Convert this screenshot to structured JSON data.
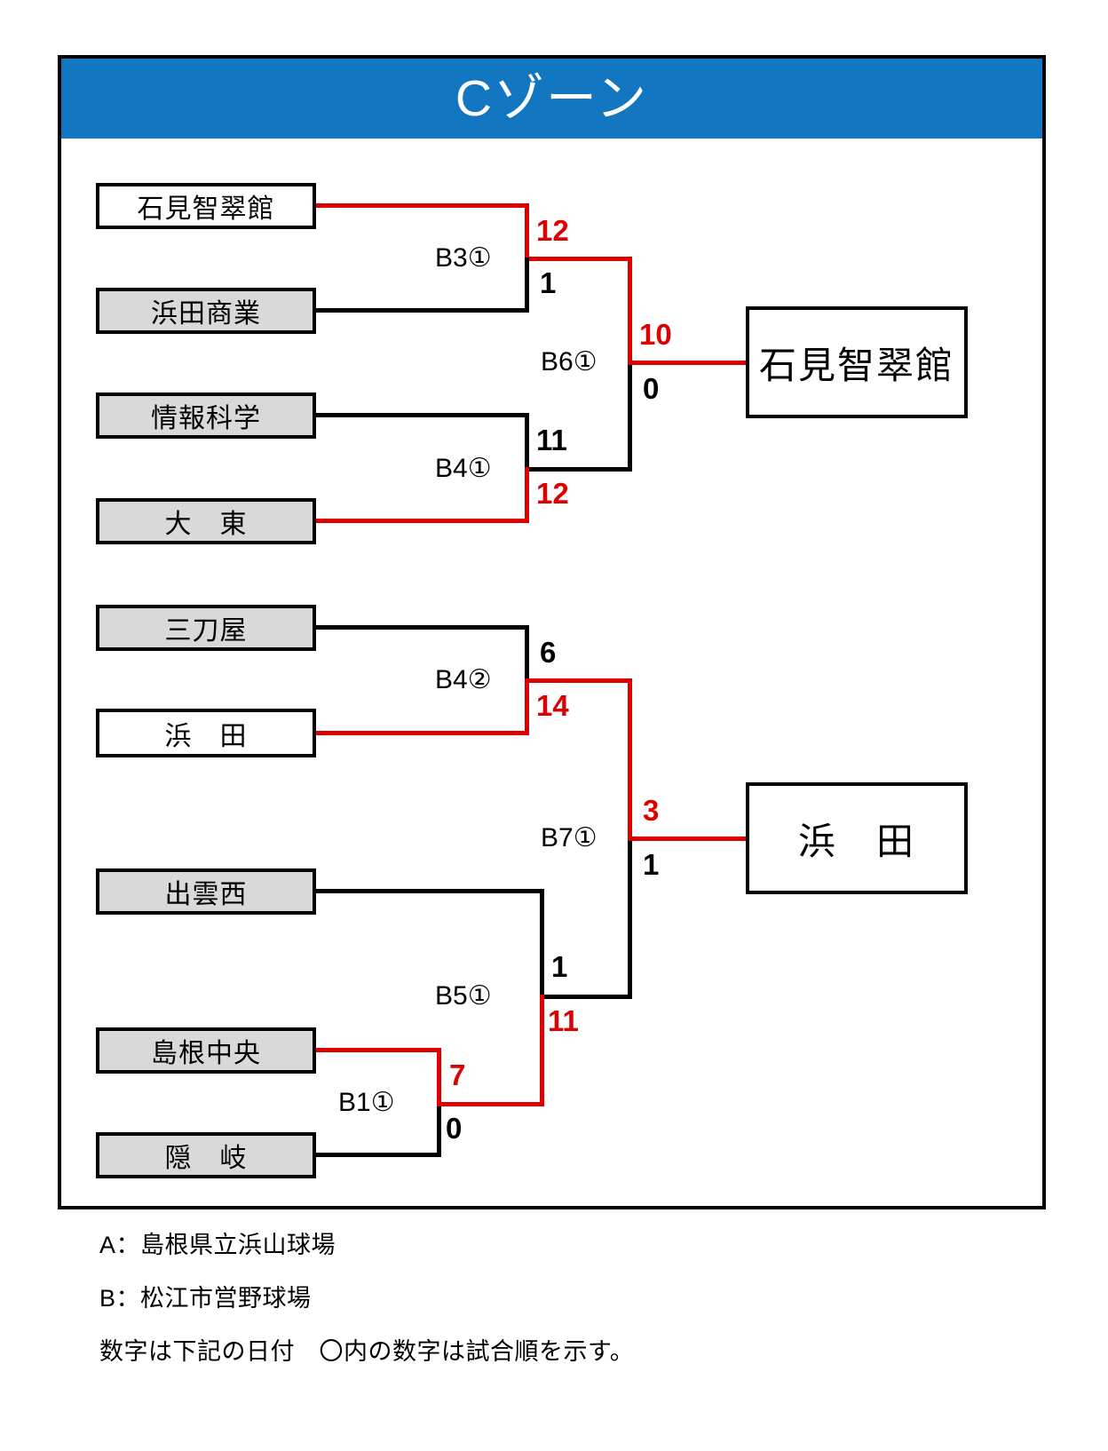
{
  "header": {
    "title": "Cゾーン",
    "background_color": "#1277C0",
    "text_color": "#FFFFFF"
  },
  "colors": {
    "winner_line": "#DD0000",
    "loser_line": "#000000",
    "box_gray": "#D9D9D9",
    "box_white": "#FFFFFF"
  },
  "bracket": {
    "teams": [
      {
        "name": "石見智翠館",
        "shade": "white"
      },
      {
        "name": "浜田商業",
        "shade": "gray"
      },
      {
        "name": "情報科学",
        "shade": "gray"
      },
      {
        "name": "大　東",
        "shade": "gray"
      },
      {
        "name": "三刀屋",
        "shade": "gray"
      },
      {
        "name": "浜　田",
        "shade": "white"
      },
      {
        "name": "出雲西",
        "shade": "gray"
      },
      {
        "name": "島根中央",
        "shade": "gray"
      },
      {
        "name": "隠　岐",
        "shade": "gray"
      }
    ],
    "matches": [
      {
        "code": "B3①",
        "top_score": "12",
        "bottom_score": "1",
        "winner": "top"
      },
      {
        "code": "B4①",
        "top_score": "11",
        "bottom_score": "12",
        "winner": "bottom"
      },
      {
        "code": "B6①",
        "top_score": "10",
        "bottom_score": "0",
        "winner": "top"
      },
      {
        "code": "B4②",
        "top_score": "6",
        "bottom_score": "14",
        "winner": "bottom"
      },
      {
        "code": "B1①",
        "top_score": "7",
        "bottom_score": "0",
        "winner": "top"
      },
      {
        "code": "B5①",
        "top_score": "1",
        "bottom_score": "11",
        "winner": "bottom"
      },
      {
        "code": "B7①",
        "top_score": "3",
        "bottom_score": "1",
        "winner": "top"
      }
    ],
    "advancing": [
      {
        "name": "石見智翠館"
      },
      {
        "name": "浜　田"
      }
    ]
  },
  "legend": {
    "lines": [
      "A：島根県立浜山球場",
      "B：松江市営野球場",
      "数字は下記の日付　〇内の数字は試合順を示す。"
    ]
  }
}
